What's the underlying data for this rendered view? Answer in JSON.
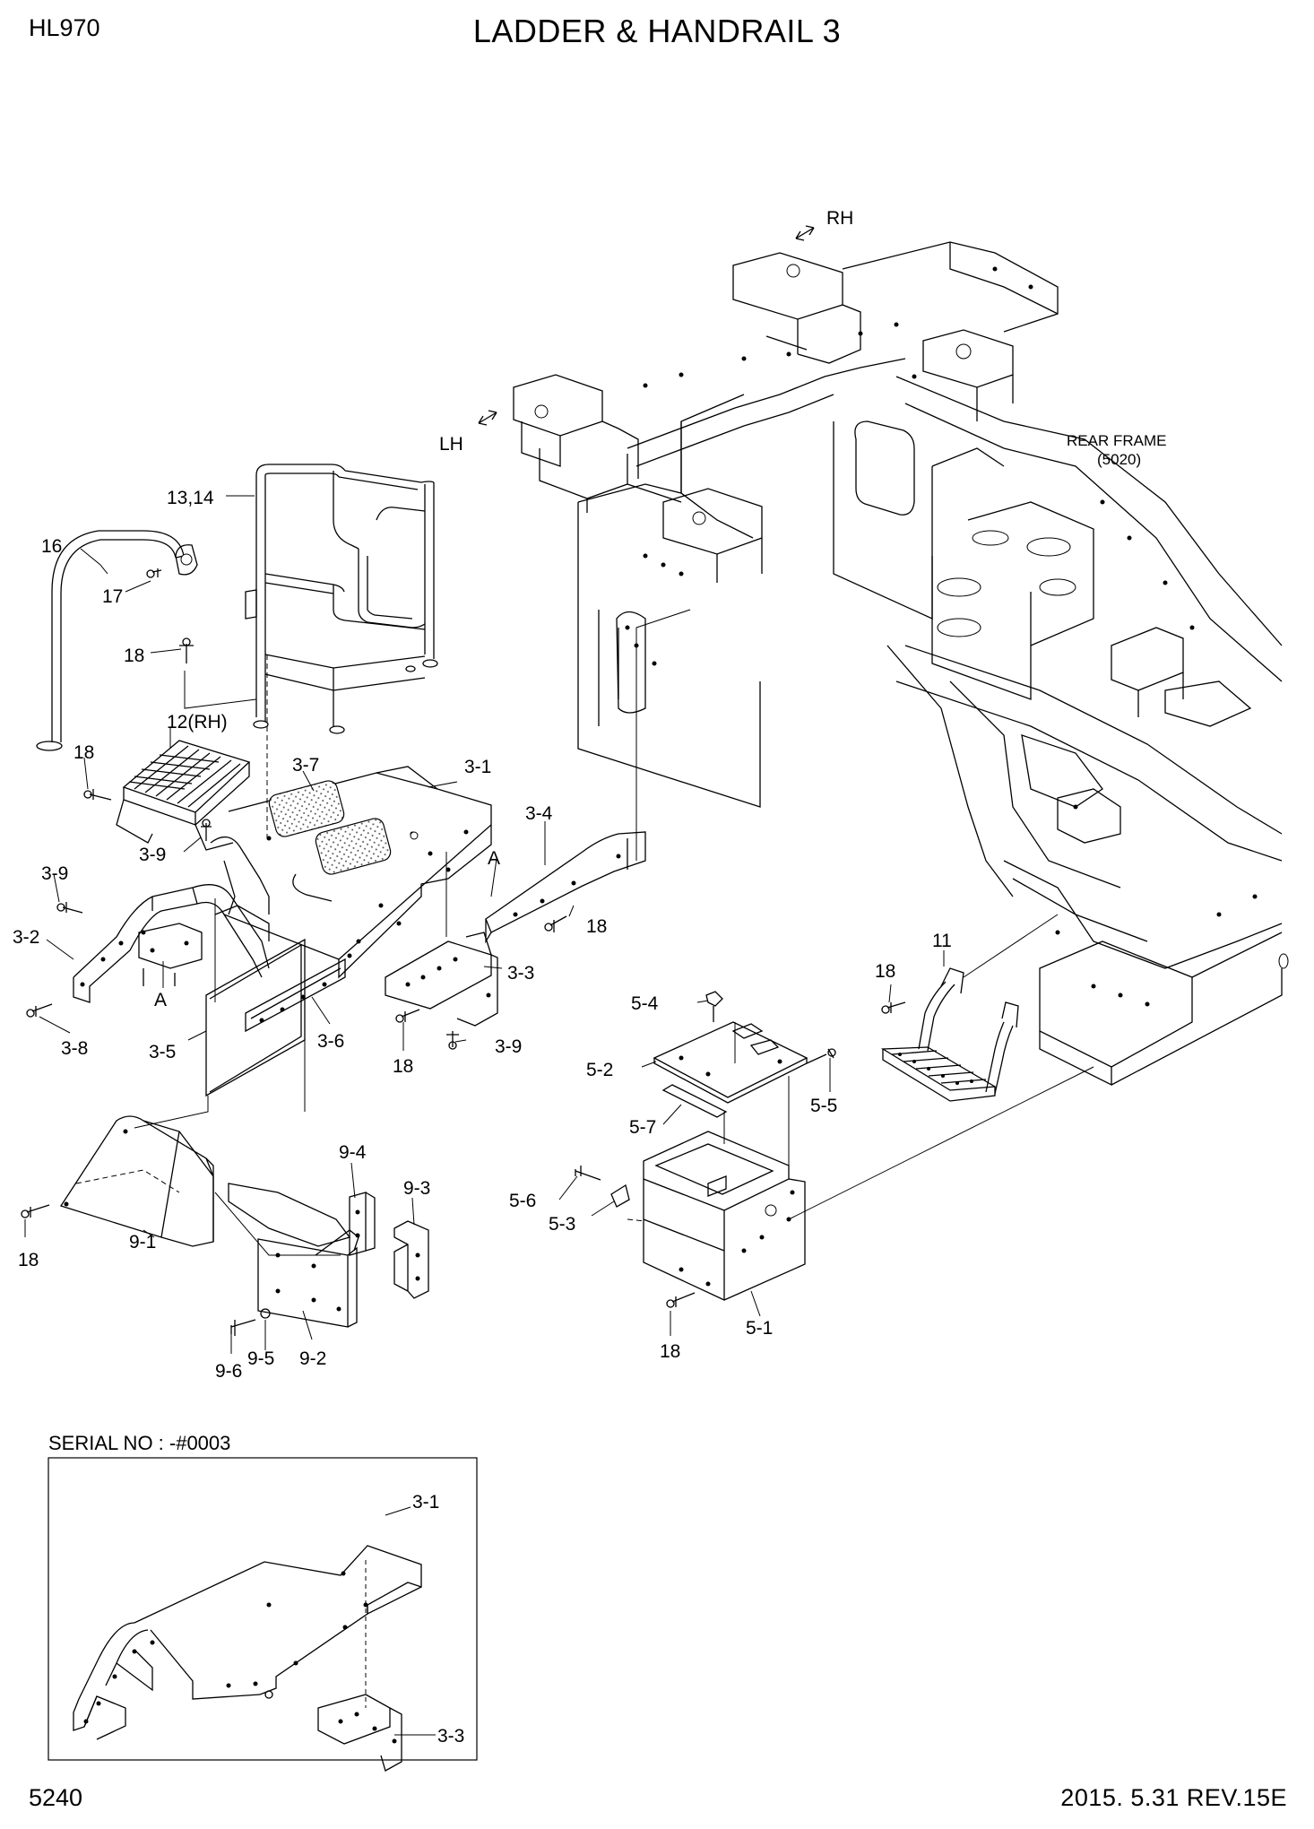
{
  "header": {
    "model": "HL970",
    "title": "LADDER & HANDRAIL 3"
  },
  "footer": {
    "page": "5240",
    "revision": "2015. 5.31  REV.15E"
  },
  "inset": {
    "caption": "SERIAL NO : -#0003"
  },
  "direction_labels": {
    "rh": "RH",
    "lh": "LH"
  },
  "rear_frame": {
    "line1": "REAR FRAME",
    "line2": "(5020)"
  },
  "callouts": {
    "c13_14": "13,14",
    "c16": "16",
    "c17": "17",
    "c18_a": "18",
    "c12": "12(RH)",
    "c18_b": "18",
    "c3_7": "3-7",
    "c3_1": "3-1",
    "c3_9_a": "3-9",
    "c3_9_b": "3-9",
    "c3_4": "3-4",
    "cA_a": "A",
    "c18_c": "18",
    "c3_2": "3-2",
    "cA_b": "A",
    "c3_8": "3-8",
    "c3_5": "3-5",
    "c3_6": "3-6",
    "c3_3": "3-3",
    "c18_d": "18",
    "c3_9_c": "3-9",
    "c11": "11",
    "c18_e": "18",
    "c5_4": "5-4",
    "c5_2": "5-2",
    "c5_5": "5-5",
    "c5_7": "5-7",
    "c5_6": "5-6",
    "c5_3": "5-3",
    "c5_1": "5-1",
    "c18_f": "18",
    "c9_4": "9-4",
    "c9_3": "9-3",
    "c18_g": "18",
    "c9_1": "9-1",
    "c9_6": "9-6",
    "c9_5": "9-5",
    "c9_2": "9-2",
    "inset_3_1": "3-1",
    "inset_3_3": "3-3"
  }
}
